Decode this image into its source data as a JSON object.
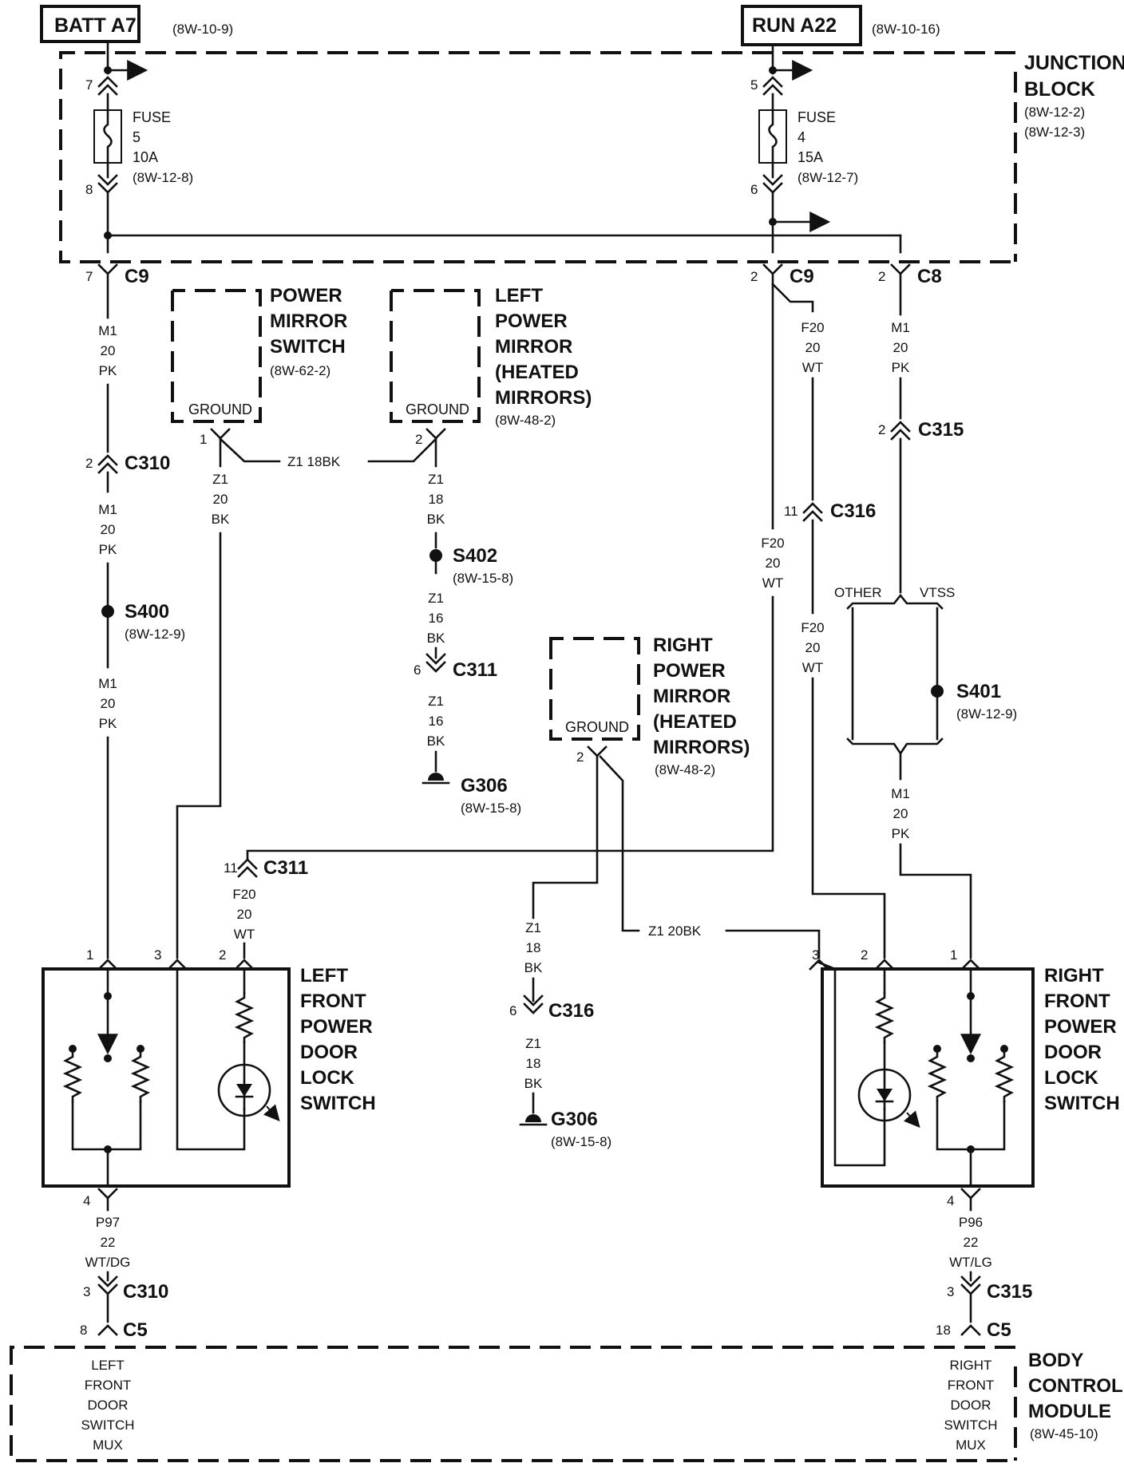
{
  "sources": {
    "batt": {
      "label": "BATT A7",
      "ref": "(8W-10-9)"
    },
    "run": {
      "label": "RUN A22",
      "ref": "(8W-10-16)"
    }
  },
  "junction_block": {
    "label_1": "JUNCTION",
    "label_2": "BLOCK",
    "ref_1": "(8W-12-2)",
    "ref_2": "(8W-12-3)"
  },
  "fuse5": {
    "word": "FUSE",
    "number": "5",
    "amps": "10A",
    "ref": "(8W-12-8)",
    "pin_in": "7",
    "pin_out": "8"
  },
  "fuse4": {
    "word": "FUSE",
    "number": "4",
    "amps": "15A",
    "ref": "(8W-12-7)",
    "pin_in": "5",
    "pin_out": "6"
  },
  "connectors": {
    "c9_left": {
      "pin": "7",
      "name": "C9"
    },
    "c9_right": {
      "pin": "2",
      "name": "C9"
    },
    "c8": {
      "pin": "2",
      "name": "C8"
    },
    "c310_top": {
      "pin": "2",
      "name": "C310"
    },
    "c315_top": {
      "pin": "2",
      "name": "C315"
    },
    "c311_mid": {
      "pin": "6",
      "name": "C311"
    },
    "c316_top": {
      "pin": "11",
      "name": "C316"
    },
    "c311_low": {
      "pin": "11",
      "name": "C311"
    },
    "c316_low": {
      "pin": "6",
      "name": "C316"
    },
    "c310_bottom": {
      "pin": "3",
      "name": "C310"
    },
    "c315_bottom": {
      "pin": "3",
      "name": "C315"
    },
    "c5_left": {
      "pin": "8",
      "name": "C5"
    },
    "c5_right": {
      "pin": "18",
      "name": "C5"
    }
  },
  "wires": {
    "m1_pk": [
      "M1",
      "20",
      "PK"
    ],
    "f20_wt": [
      "F20",
      "20",
      "WT"
    ],
    "z1_20bk": [
      "Z1",
      "20",
      "BK"
    ],
    "z1_18bk": [
      "Z1",
      "18",
      "BK"
    ],
    "z1_16bk": [
      "Z1",
      "16",
      "BK"
    ],
    "z1_18bk_inline": "Z1  18BK",
    "z1_20bk_inline": "Z1  20BK",
    "p97": [
      "P97",
      "22",
      "WT/DG"
    ],
    "p96": [
      "P96",
      "22",
      "WT/LG"
    ]
  },
  "power_mirror_switch": {
    "lines": [
      "POWER",
      "MIRROR",
      "SWITCH"
    ],
    "ref": "(8W-62-2)",
    "ground": "GROUND",
    "pin": "1"
  },
  "left_power_mirror": {
    "lines": [
      "LEFT",
      "POWER",
      "MIRROR",
      "(HEATED",
      "MIRRORS)"
    ],
    "ref": "(8W-48-2)",
    "ground": "GROUND",
    "pin": "2"
  },
  "right_power_mirror": {
    "lines": [
      "RIGHT",
      "POWER",
      "MIRROR",
      "(HEATED",
      "MIRRORS)"
    ],
    "ref": "(8W-48-2)",
    "ground": "GROUND",
    "pin": "2"
  },
  "splices": {
    "s400": {
      "name": "S400",
      "ref": "(8W-12-9)"
    },
    "s402": {
      "name": "S402",
      "ref": "(8W-15-8)"
    },
    "s401": {
      "name": "S401",
      "ref": "(8W-12-9)"
    }
  },
  "grounds": {
    "g306_upper": {
      "name": "G306",
      "ref": "(8W-15-8)"
    },
    "g306_lower": {
      "name": "G306",
      "ref": "(8W-15-8)"
    }
  },
  "variants": {
    "other": "OTHER",
    "vtss": "VTSS"
  },
  "left_switch": {
    "lines": [
      "LEFT",
      "FRONT",
      "POWER",
      "DOOR",
      "LOCK",
      "SWITCH"
    ],
    "pins": [
      "1",
      "3",
      "2",
      "4"
    ]
  },
  "right_switch": {
    "lines": [
      "RIGHT",
      "FRONT",
      "POWER",
      "DOOR",
      "LOCK",
      "SWITCH"
    ],
    "pins": [
      "3",
      "2",
      "1",
      "4"
    ]
  },
  "bcm": {
    "lines": [
      "BODY",
      "CONTROL",
      "MODULE"
    ],
    "ref": "(8W-45-10)",
    "left_input": [
      "LEFT",
      "FRONT",
      "DOOR",
      "SWITCH",
      "MUX"
    ],
    "right_input": [
      "RIGHT",
      "FRONT",
      "DOOR",
      "SWITCH",
      "MUX"
    ]
  }
}
